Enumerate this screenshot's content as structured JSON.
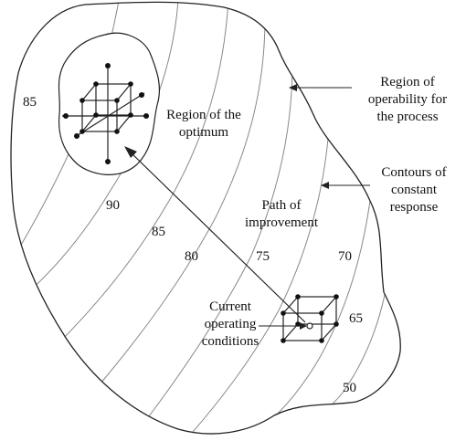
{
  "labels": {
    "region_optimum": [
      "Region of the",
      "optimum"
    ],
    "region_operability": [
      "Region of",
      "operability for",
      "the process"
    ],
    "contours": [
      "Contours of",
      "constant",
      "response"
    ],
    "path": [
      "Path of",
      "improvement"
    ],
    "current": [
      "Current",
      "operating",
      "conditions"
    ]
  },
  "contour_values": {
    "c85_left": "85",
    "c90": "90",
    "c85": "85",
    "c80": "80",
    "c75": "75",
    "c70": "70",
    "c65": "65",
    "c50": "50"
  },
  "colors": {
    "line": "#222222",
    "contour": "#888888",
    "background": "#ffffff"
  }
}
